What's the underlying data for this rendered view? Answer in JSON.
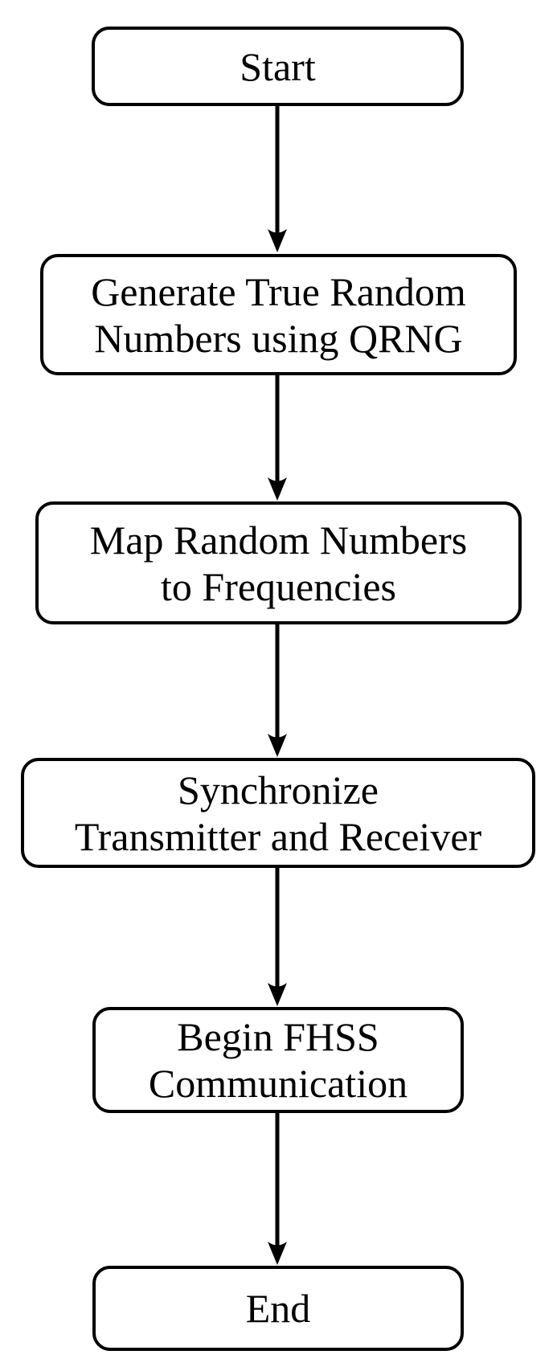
{
  "diagram": {
    "type": "flowchart",
    "nodes": [
      {
        "id": "start",
        "lines": [
          "Start"
        ]
      },
      {
        "id": "generate-random",
        "lines": [
          "Generate True Random",
          "Numbers using QRNG"
        ]
      },
      {
        "id": "map-frequencies",
        "lines": [
          "Map Random Numbers",
          "to Frequencies"
        ]
      },
      {
        "id": "synchronize",
        "lines": [
          "Synchronize",
          "Transmitter and Receiver"
        ]
      },
      {
        "id": "begin-fhss",
        "lines": [
          "Begin FHSS",
          "Communication"
        ]
      },
      {
        "id": "end",
        "lines": [
          "End"
        ]
      }
    ],
    "edges": [
      {
        "from": "start",
        "to": "generate-random"
      },
      {
        "from": "generate-random",
        "to": "map-frequencies"
      },
      {
        "from": "map-frequencies",
        "to": "synchronize"
      },
      {
        "from": "synchronize",
        "to": "begin-fhss"
      },
      {
        "from": "begin-fhss",
        "to": "end"
      }
    ]
  },
  "colors": {
    "background": "#ffffff",
    "node_fill": "#ffffff",
    "node_border": "#000000",
    "text": "#000000",
    "arrow": "#000000"
  }
}
